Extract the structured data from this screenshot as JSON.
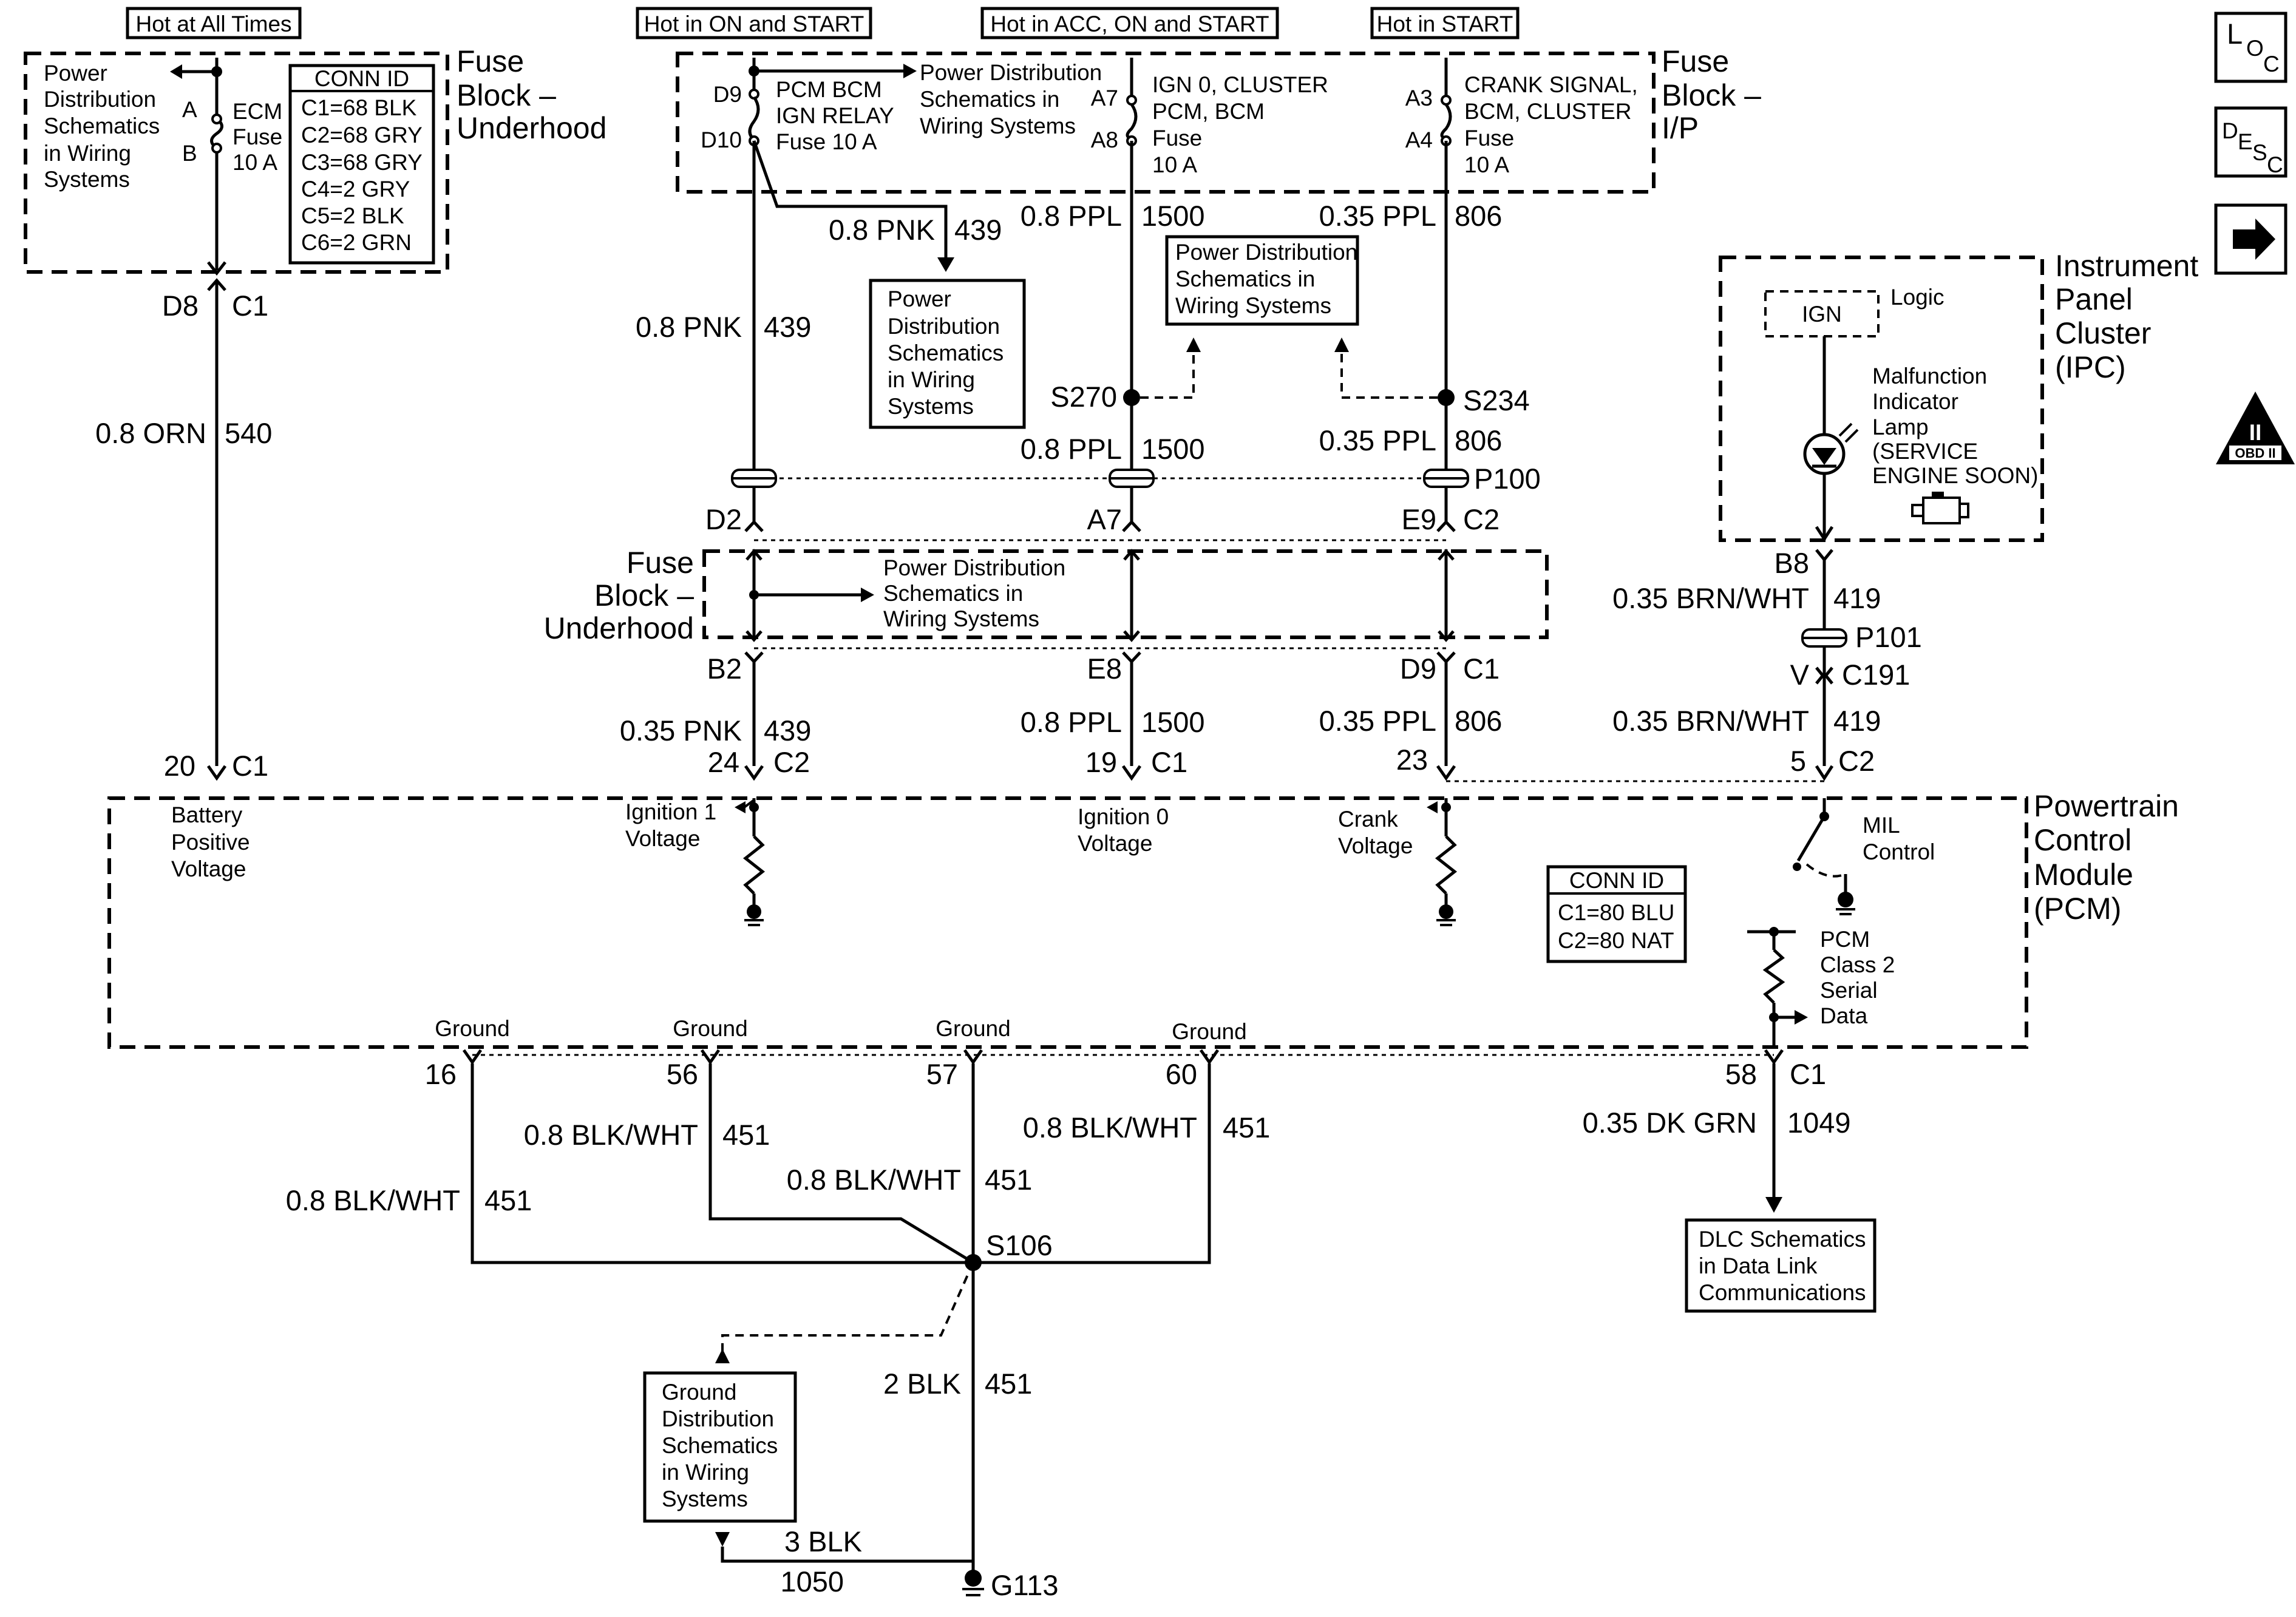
{
  "headers": {
    "hot_at_all_times": "Hot at All Times",
    "hot_on_start": "Hot in ON and START",
    "hot_acc_on_start": "Hot in ACC, ON and START",
    "hot_start": "Hot in START"
  },
  "side_icons": {
    "loc_l": "L",
    "loc_o": "O",
    "loc_c": "C",
    "desc_d": "D",
    "desc_e": "E",
    "desc_s": "S",
    "desc_c": "C",
    "obd_roman": "II",
    "obd_text": "OBD II",
    "loc_icon": "loc-icon",
    "desc_icon": "desc-icon",
    "next_icon": "next-arrow-icon",
    "obd_icon": "obd-ii-icon"
  },
  "fuse_block_uh": {
    "title": [
      "Fuse",
      "Block –",
      "Underhood"
    ],
    "pd_note": [
      "Power",
      "Distribution",
      "Schematics",
      "in Wiring",
      "Systems"
    ],
    "pin_a": "A",
    "pin_b": "B",
    "fuse": [
      "ECM",
      "Fuse",
      "10 A"
    ],
    "conn_id_title": "CONN ID",
    "conn_ids": [
      "C1=68 BLK",
      "C2=68 GRY",
      "C3=68 GRY",
      "C4=2 GRY",
      "C5=2 BLK",
      "C6=2 GRN"
    ],
    "out_pin": "D8",
    "out_conn": "C1"
  },
  "fuse_block_ip": {
    "title": [
      "Fuse",
      "Block –",
      "I/P"
    ],
    "pin_d9": "D9",
    "pin_d10": "D10",
    "relay": [
      "PCM BCM",
      "IGN RELAY",
      "Fuse 10 A"
    ],
    "pd_note": [
      "Power Distribution",
      "Schematics in",
      "Wiring Systems"
    ],
    "pin_a7": "A7",
    "pin_a8": "A8",
    "ign0_fuse": [
      "IGN 0, CLUSTER",
      "PCM, BCM",
      "Fuse",
      "10 A"
    ],
    "pin_a3": "A3",
    "pin_a4": "A4",
    "crank_fuse": [
      "CRANK SIGNAL,",
      "BCM, CLUSTER",
      "Fuse",
      "10 A"
    ]
  },
  "wires": {
    "orn_gauge": "0.8 ORN",
    "orn_circuit": "540",
    "pnk_branch_gauge": "0.8 PNK",
    "pnk_branch_circuit": "439",
    "pnk_gauge": "0.8 PNK",
    "pnk_circuit": "439",
    "ppl_top_gauge": "0.8 PPL",
    "ppl_top_circuit": "1500",
    "ppl806_top_gauge": "0.35 PPL",
    "ppl806_top_circuit": "806",
    "ppl_mid_gauge": "0.8 PPL",
    "ppl_mid_circuit": "1500",
    "ppl806_mid_gauge": "0.35 PPL",
    "ppl806_mid_circuit": "806",
    "pnk_low_gauge": "0.35 PNK",
    "pnk_low_circuit": "439",
    "ppl_low_gauge": "0.8 PPL",
    "ppl_low_circuit": "1500",
    "ppl806_low_gauge": "0.35 PPL",
    "ppl806_low_circuit": "806",
    "brn_top_gauge": "0.35 BRN/WHT",
    "brn_top_circuit": "419",
    "brn_low_gauge": "0.35 BRN/WHT",
    "brn_low_circuit": "419",
    "bw56_gauge": "0.8 BLK/WHT",
    "bw56_circuit": "451",
    "bw57_gauge": "0.8 BLK/WHT",
    "bw57_circuit": "451",
    "bw60_gauge": "0.8 BLK/WHT",
    "bw60_circuit": "451",
    "bw16_gauge": "0.8 BLK/WHT",
    "bw16_circuit": "451",
    "dkgrn_gauge": "0.35 DK GRN",
    "dkgrn_circuit": "1049",
    "blk2_gauge": "2 BLK",
    "blk2_circuit": "451",
    "blk3_gauge": "3 BLK",
    "blk3_circuit": "1050"
  },
  "pd_box_pink": [
    "Power",
    "Distribution",
    "Schematics",
    "in Wiring",
    "Systems"
  ],
  "pd_box_splice": [
    "Power Distribution",
    "Schematics in",
    "Wiring Systems"
  ],
  "splices": {
    "s270": "S270",
    "s234": "S234",
    "s106": "S106"
  },
  "connectors": {
    "p100": "P100",
    "p100_d2": "D2",
    "p100_a7": "A7",
    "p100_e9": "E9",
    "p100_c2": "C2",
    "uh_b2": "B2",
    "uh_e8": "E8",
    "uh_d9": "D9",
    "uh_c1": "C1",
    "p101": "P101",
    "c191_pin": "V",
    "c191": "C191",
    "ipc_b8": "B8"
  },
  "fuse_block_uh2": {
    "title": [
      "Fuse",
      "Block –",
      "Underhood"
    ],
    "pd_note": [
      "Power Distribution",
      "Schematics in",
      "Wiring Systems"
    ]
  },
  "ipc": {
    "title": [
      "Instrument",
      "Panel",
      "Cluster",
      "(IPC)"
    ],
    "ign": "IGN",
    "logic": "Logic",
    "mil": [
      "Malfunction",
      "Indicator",
      "Lamp",
      "(SERVICE",
      "ENGINE SOON)"
    ],
    "engine_icon": "check-engine-icon"
  },
  "pcm": {
    "title": [
      "Powertrain",
      "Control",
      "Module",
      "(PCM)"
    ],
    "pin20": "20",
    "pin20_conn": "C1",
    "pin24": "24",
    "pin24_conn": "C2",
    "pin19": "19",
    "pin19_conn": "C1",
    "pin23": "23",
    "pin5": "5",
    "pin5_conn": "C2",
    "batt": [
      "Battery",
      "Positive",
      "Voltage"
    ],
    "ign1": [
      "Ignition 1",
      "Voltage"
    ],
    "ign0": [
      "Ignition 0",
      "Voltage"
    ],
    "crank": [
      "Crank",
      "Voltage"
    ],
    "mil": [
      "MIL",
      "Control"
    ],
    "conn_id_title": "CONN ID",
    "conn_ids": [
      "C1=80 BLU",
      "C2=80 NAT"
    ],
    "class2": [
      "PCM",
      "Class 2",
      "Serial",
      "Data"
    ],
    "ground": "Ground",
    "pin16": "16",
    "pin56": "56",
    "pin57": "57",
    "pin60": "60",
    "pin58": "58",
    "pin58_conn": "C1"
  },
  "dlc_box": [
    "DLC Schematics",
    "in Data Link",
    "Communications"
  ],
  "gnd_box": [
    "Ground",
    "Distribution",
    "Schematics",
    "in Wiring",
    "Systems"
  ],
  "ground": {
    "g113": "G113"
  }
}
